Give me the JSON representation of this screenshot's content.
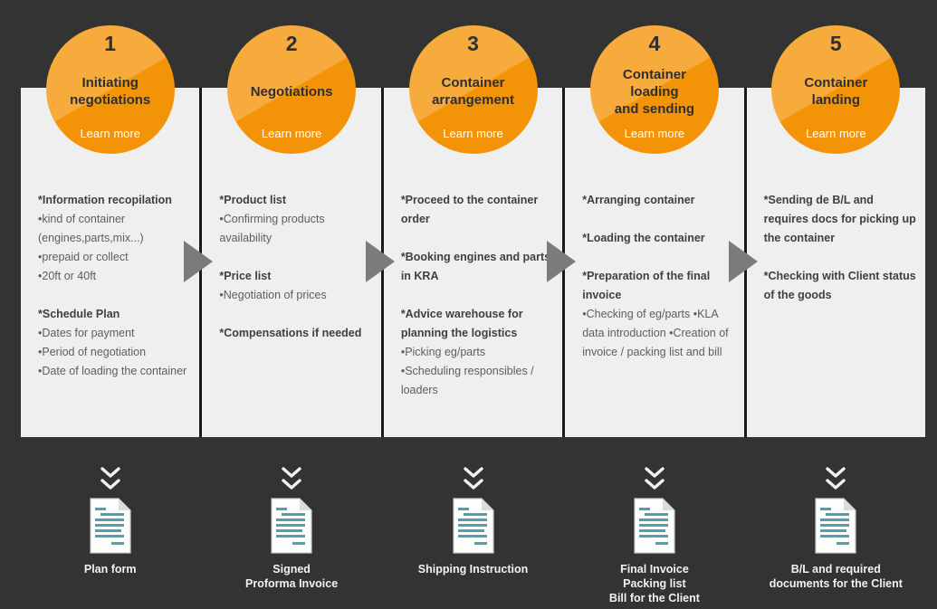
{
  "theme": {
    "background": "#333333",
    "panel": "#efefef",
    "separator": "#1a1a1a",
    "circle_light": "#f8ab3d",
    "circle_dark": "#f39408",
    "circle_text": "#2f2f2f",
    "learn_more_text": "#ffffff",
    "heading_text": "#404040",
    "item_text": "#5e5e5e",
    "arrow": "#7b7b7b",
    "doc_line_teal": "#4fa0b0",
    "footer_text": "#f2f2f2"
  },
  "steps": [
    {
      "number": "1",
      "title": "Initiating\nnegotiations",
      "learn_more": "Learn more",
      "blocks": [
        {
          "t": "h",
          "text": "*Information recopilation"
        },
        {
          "t": "i",
          "text": "•kind of container (engines,parts,mix...)"
        },
        {
          "t": "i",
          "text": "•prepaid or collect"
        },
        {
          "t": "i",
          "text": "•20ft or 40ft"
        },
        {
          "t": "gap"
        },
        {
          "t": "h",
          "text": "*Schedule Plan"
        },
        {
          "t": "i",
          "text": "•Dates for payment"
        },
        {
          "t": "i",
          "text": "•Period of negotiation"
        },
        {
          "t": "i",
          "text": "•Date of loading the container"
        }
      ],
      "deliverable": "Plan form"
    },
    {
      "number": "2",
      "title": "Negotiations",
      "learn_more": "Learn more",
      "blocks": [
        {
          "t": "h",
          "text": "*Product list"
        },
        {
          "t": "i",
          "text": "•Confirming products availability"
        },
        {
          "t": "gap"
        },
        {
          "t": "h",
          "text": "*Price list"
        },
        {
          "t": "i",
          "text": "•Negotiation of prices"
        },
        {
          "t": "gap"
        },
        {
          "t": "h",
          "text": "*Compensations if needed"
        }
      ],
      "deliverable": "Signed\nProforma Invoice"
    },
    {
      "number": "3",
      "title": "Container\narrangement",
      "learn_more": "Learn more",
      "blocks": [
        {
          "t": "h",
          "text": "*Proceed to the container order"
        },
        {
          "t": "gap"
        },
        {
          "t": "h",
          "text": "*Booking engines and parts in KRA"
        },
        {
          "t": "gap"
        },
        {
          "t": "h",
          "text": "*Advice warehouse for planning the logistics"
        },
        {
          "t": "i",
          "text": "•Picking eg/parts"
        },
        {
          "t": "i",
          "text": "•Scheduling responsibles / loaders"
        }
      ],
      "deliverable": "Shipping Instruction"
    },
    {
      "number": "4",
      "title": "Container\nloading\nand sending",
      "learn_more": "Learn more",
      "blocks": [
        {
          "t": "h",
          "text": "*Arranging container"
        },
        {
          "t": "gap"
        },
        {
          "t": "h",
          "text": "*Loading the container"
        },
        {
          "t": "gap"
        },
        {
          "t": "h",
          "text": "*Preparation of the final invoice"
        },
        {
          "t": "i",
          "text": "•Checking of eg/parts •KLA data introduction •Creation of invoice / packing list and bill"
        }
      ],
      "deliverable": "Final Invoice\nPacking list\nBill for the Client"
    },
    {
      "number": "5",
      "title": "Container\nlanding",
      "learn_more": "Learn more",
      "blocks": [
        {
          "t": "h",
          "text": "*Sending de B/L and requires docs for picking up the container"
        },
        {
          "t": "gap"
        },
        {
          "t": "h",
          "text": "*Checking with Client status of the goods"
        }
      ],
      "deliverable": "B/L and required\ndocuments for the Client"
    }
  ]
}
